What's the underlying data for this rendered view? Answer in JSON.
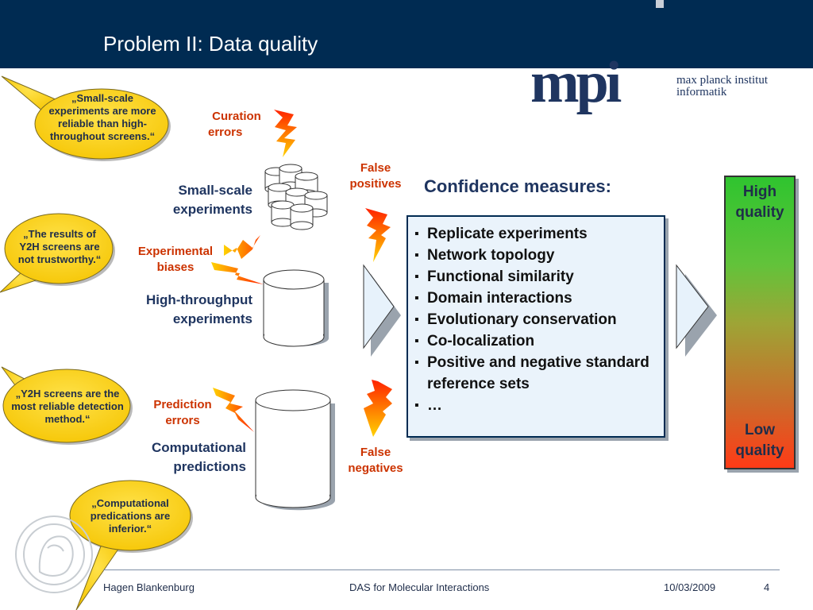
{
  "slide": {
    "title": "Problem II: Data quality"
  },
  "logo": {
    "mark": "mpi",
    "line1": "max planck institut",
    "line2": "informatik"
  },
  "bubbles": [
    {
      "text": "„Small-scale experiments are more reliable than high-throughout screens.“"
    },
    {
      "text": "„The results of Y2H screens are not trustworthy.“"
    },
    {
      "text": "„Y2H screens are the most reliable detection method.“"
    },
    {
      "text": "„Computational predications are inferior.“"
    }
  ],
  "error_labels": {
    "curation": [
      "Curation",
      "errors"
    ],
    "experimental": [
      "Experimental",
      "biases"
    ],
    "prediction": [
      "Prediction",
      "errors"
    ],
    "false_pos": [
      "False",
      "positives"
    ],
    "false_neg": [
      "False",
      "negatives"
    ]
  },
  "sources": {
    "small_scale": [
      "Small-scale",
      "experiments"
    ],
    "high_throughput": [
      "High-throughput",
      "experiments"
    ],
    "computational": [
      "Computational",
      "predictions"
    ]
  },
  "confidence": {
    "title": "Confidence measures:",
    "items": [
      "Replicate experiments",
      "Network topology",
      "Functional similarity",
      "Domain interactions",
      "Evolutionary conservation",
      "Co-localization",
      "Positive and negative standard reference sets",
      "…"
    ]
  },
  "quality": {
    "high": [
      "High",
      "quality"
    ],
    "low": [
      "Low",
      "quality"
    ]
  },
  "footer": {
    "author": "Hagen Blankenburg",
    "event": "DAS for Molecular Interactions",
    "date": "10/03/2009",
    "page": "4"
  },
  "colors": {
    "header": "#002b52",
    "bubble": "#ffd21a",
    "lightning_top": "#ff2200",
    "lightning_bottom": "#ffd200",
    "label_red": "#cc3300",
    "label_blue": "#1f3560"
  }
}
